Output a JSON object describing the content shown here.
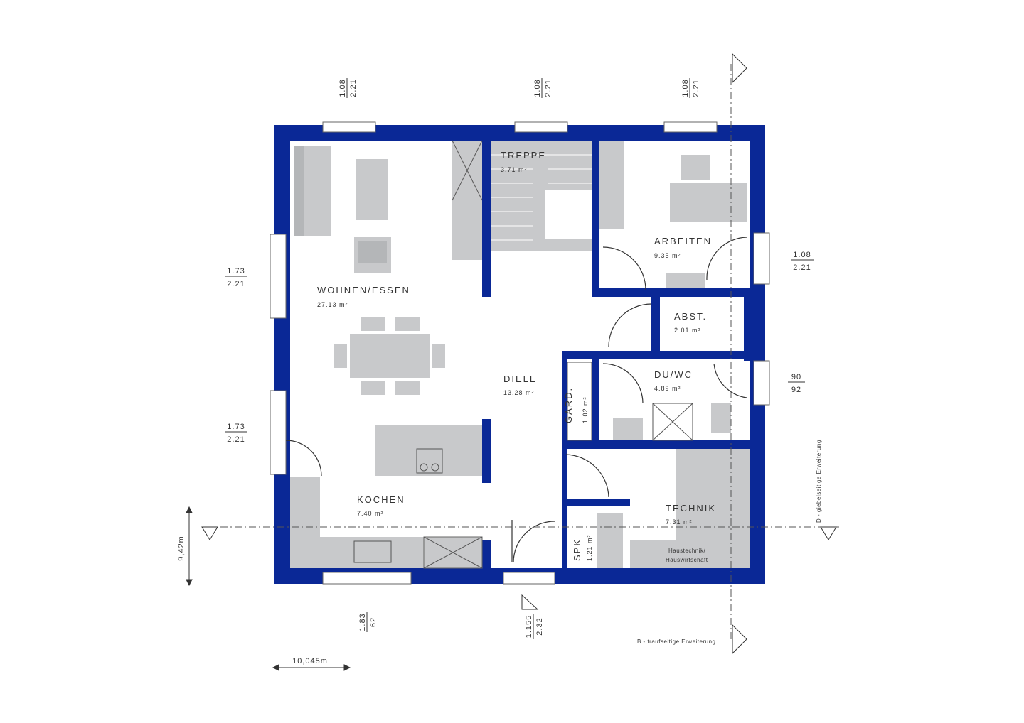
{
  "rooms": {
    "wohnen": {
      "name": "WOHNEN/ESSEN",
      "area": "27.13 m²"
    },
    "treppe": {
      "name": "TREPPE",
      "area": "3.71 m²"
    },
    "arbeiten": {
      "name": "ARBEITEN",
      "area": "9.35 m²"
    },
    "abst": {
      "name": "ABST.",
      "area": "2.01 m²"
    },
    "duwc": {
      "name": "DU/WC",
      "area": "4.89 m²"
    },
    "diele": {
      "name": "DIELE",
      "area": "13.28 m²"
    },
    "gard": {
      "name": "GARD.",
      "area": "1.02 m²"
    },
    "kochen": {
      "name": "KOCHEN",
      "area": "7.40 m²"
    },
    "technik": {
      "name": "TECHNIK",
      "area": "7.31 m²",
      "note1": "Haustechnik/",
      "note2": "Hauswirtschaft"
    },
    "spk": {
      "name": "SPK",
      "area": "1.21 m²"
    }
  },
  "dimensions": {
    "top_left": {
      "a": "1.08",
      "b": "2.21"
    },
    "top_mid": {
      "a": "1.08",
      "b": "2.21"
    },
    "top_right": {
      "a": "1.08",
      "b": "2.21"
    },
    "left_upper": {
      "a": "1.73",
      "b": "2.21"
    },
    "left_lower": {
      "a": "1.73",
      "b": "2.21"
    },
    "right_upper": {
      "a": "1.08",
      "b": "2.21"
    },
    "right_lower": {
      "a": "90",
      "b": "92"
    },
    "bottom_left": {
      "a": "1.83",
      "b": "62"
    },
    "bottom_mid": {
      "a": "1.155",
      "b": "2.32"
    },
    "height": "9,42m",
    "width": "10,045m"
  },
  "annotations": {
    "right_extension": "D - giebelseitige Erweiterung",
    "bottom_extension": "B - traufseitige Erweiterung"
  },
  "colors": {
    "wall": "#0a2896",
    "furniture": "#c8c9cb"
  }
}
